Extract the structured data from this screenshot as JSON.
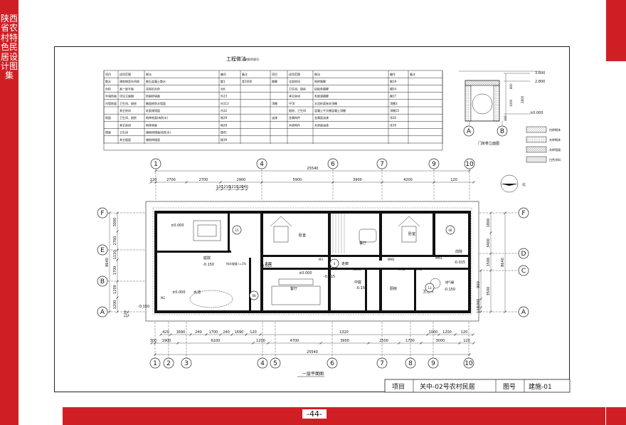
{
  "sidebar": {
    "title": "陕西省农村特色民居设计图集"
  },
  "page_number": "-44-",
  "spec_table": {
    "title": "工程做法",
    "subtitle": "(参照09J01)",
    "headers": [
      "项目",
      "适用范围",
      "做法",
      "编号",
      "备注",
      "项目",
      "适用范围",
      "做法",
      "编号",
      "备注"
    ],
    "left_rows": [
      [
        "散水",
        "建筑物室外四周",
        "细石混凝土散水",
        "散1",
        "宽1000"
      ],
      [
        "台阶",
        "高一层平面",
        "花岗石台阶",
        "台6",
        ""
      ],
      [
        "外墙饰面",
        "详见立面图",
        "饰面砖墙面",
        "外23",
        ""
      ],
      [
        "内墙饰面",
        "卫生间、厨房",
        "釉面砖防水墙面",
        "内112",
        ""
      ],
      [
        "",
        "其它房间",
        "乳胶漆墙面",
        "内32",
        ""
      ],
      [
        "地面",
        "卫生间、厨房",
        "地砖地面(有防水)",
        "地29",
        ""
      ],
      [
        "",
        "其它房间",
        "地砖地面",
        "地28",
        ""
      ],
      [
        "楼面",
        "卫生间",
        "铺地砖楼面(有防水)",
        "楼41",
        ""
      ],
      [
        "",
        "其它楼面",
        "铺地砖楼面",
        "楼39",
        ""
      ]
    ],
    "right_rows": [
      [
        "踢脚",
        "全部房间",
        "地砖踢脚",
        "踢19",
        ""
      ],
      [
        "",
        "卫生间、厨房",
        "铝板条踢脚",
        "踢54",
        ""
      ],
      [
        "",
        "其它房间",
        "乳胶漆踢脚",
        "踢17",
        ""
      ],
      [
        "顶棚",
        "平顶",
        "水泥砂浆抹灰顶棚",
        "顶棚3",
        ""
      ],
      [
        "",
        "厨房、卫生间",
        "混凝土平天棚混凝土顶棚",
        "顶棚15",
        ""
      ],
      [
        "油漆",
        "金属构件",
        "金属面油漆",
        "涂20",
        ""
      ],
      [
        "",
        "木质构件",
        "木质面油漆",
        "涂16",
        ""
      ]
    ]
  },
  "gate_detail": {
    "title": "门房骨立面图",
    "elevations": [
      "3.600",
      "2.800",
      "±0.000"
    ],
    "dims": [
      "800",
      "1000",
      "2800",
      "100"
    ],
    "axes": [
      "A",
      "B"
    ]
  },
  "legend": {
    "items": [
      "仿砖砌体",
      "灰砖砌体",
      "灰砖墙裙",
      "白色涂料"
    ]
  },
  "plan": {
    "title": "一层平面图",
    "north_label": "北",
    "axes_top": [
      "1",
      "4",
      "6",
      "7",
      "9",
      "10"
    ],
    "axes_bottom": [
      "1",
      "2",
      "3",
      "4",
      "5",
      "6",
      "7",
      "8",
      "9",
      "10"
    ],
    "axes_left": [
      "F",
      "E",
      "B",
      "A"
    ],
    "axes_right": [
      "F",
      "D",
      "C",
      "A"
    ],
    "total_dim": "25540",
    "top_dims": [
      "120",
      "2700",
      "2700",
      "2900",
      "5900",
      "3900",
      "4200",
      "120"
    ],
    "top_sub_dims": [
      "120",
      "1210",
      "1210",
      "120",
      "240"
    ],
    "bottom_dims_1": [
      "420",
      "1690",
      "240",
      "1700",
      "240",
      "1690",
      "120",
      "1320",
      "1000",
      "1200",
      "120"
    ],
    "bottom_dims_2": [
      "300",
      "1900",
      "6100",
      "1200",
      "4700",
      "3900",
      "2500",
      "1700",
      "3000",
      "120"
    ],
    "left_dims": [
      "3000",
      "2760",
      "1110",
      "1700",
      "1200",
      "1200",
      "8640",
      "120"
    ],
    "right_dims": [
      "1800",
      "3400",
      "1500",
      "3500",
      "8640",
      "900",
      "1000",
      "120"
    ],
    "rooms": [
      "客厅",
      "卧室",
      "卧室",
      "餐厅",
      "厨房",
      "中庭",
      "庭院",
      "前院",
      "卫生间",
      "储气罐",
      "走廊",
      "走廊",
      "水池"
    ],
    "levels": [
      "±0.000",
      "±0.000",
      "±0.000",
      "-0.150",
      "-0.150",
      "-0.150",
      "-0.015",
      "-0.015",
      "-0.015",
      "-0.150"
    ],
    "door_tags": [
      "M2",
      "M3",
      "MM3",
      "MM1",
      "MM2",
      "SGM3",
      "MM3"
    ],
    "section_refs": [
      "15",
      "08",
      "08",
      "4",
      "13"
    ],
    "note_slope": "排水坡度 i=1%"
  },
  "title_block": {
    "project_label": "项目",
    "project_name": "关中-02号农村民居",
    "drawing_no_label": "图号",
    "drawing_no": "建施-01"
  }
}
